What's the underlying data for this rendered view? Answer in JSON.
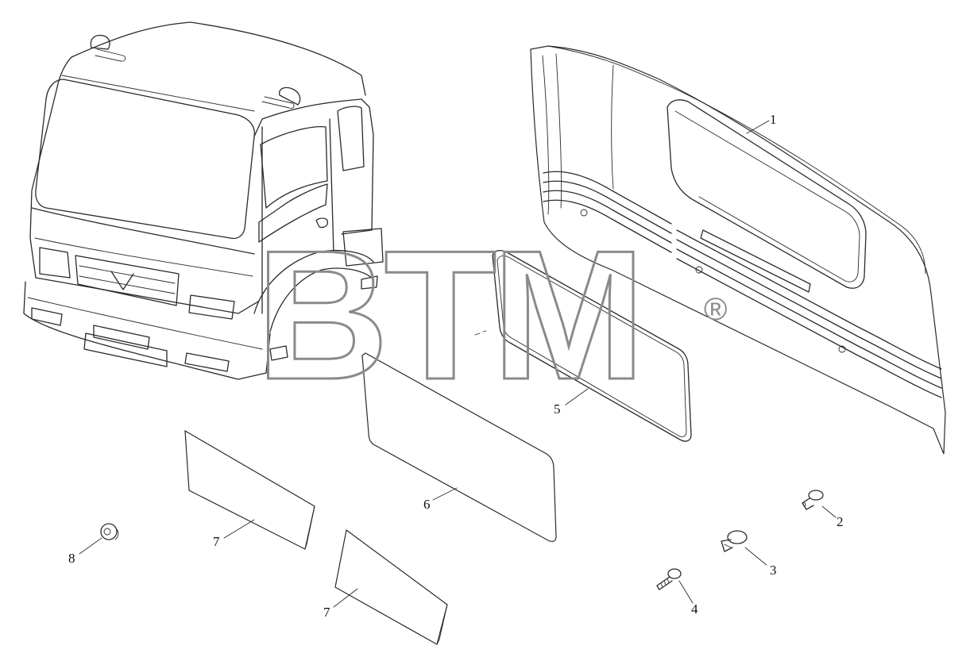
{
  "watermark": {
    "text": "BTM",
    "registered_mark": "®"
  },
  "callouts": [
    "1",
    "2",
    "3",
    "4",
    "5",
    "6",
    "7",
    "8",
    "7"
  ],
  "colors": {
    "line": "#2a2a2a",
    "watermark": "#8a8a8a",
    "background": "#ffffff"
  }
}
